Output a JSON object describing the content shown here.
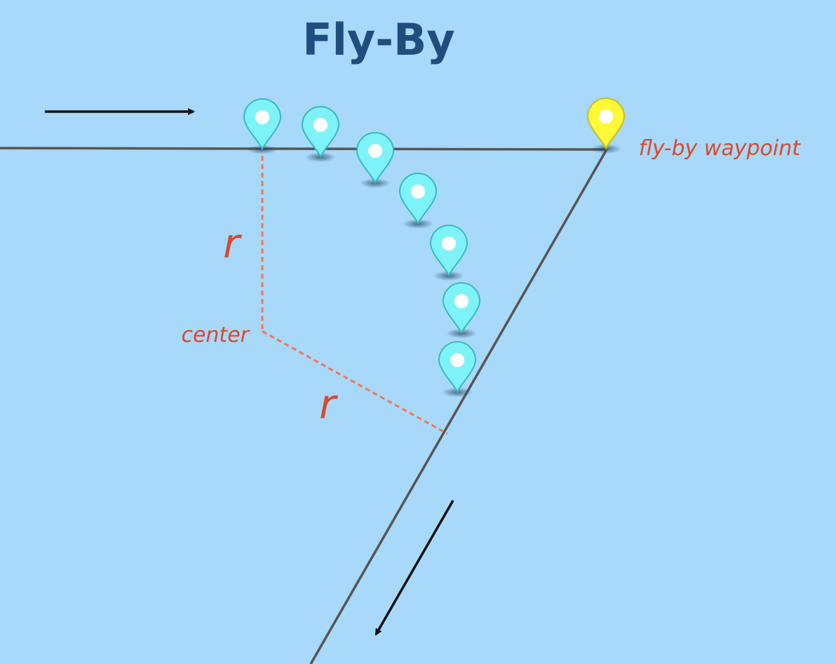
{
  "title": "Fly-By",
  "labels": {
    "waypoint": "fly-by waypoint",
    "center": "center",
    "radius_1": "r",
    "radius_2": "r"
  },
  "colors": {
    "background": "#a8d8fa",
    "title": "#1f4e7e",
    "label": "#d94a2c",
    "path_line": "#555555",
    "radius_line": "#f07850",
    "arrow": "#111111",
    "marker_fill": "#7df3f8",
    "marker_stroke": "#3bb8c2",
    "waypoint_fill": "#fefa3a",
    "waypoint_stroke": "#c9bf1a"
  },
  "icons": {
    "path_marker": "map-pin-icon",
    "waypoint_marker": "map-pin-icon",
    "direction": "arrow-icon"
  }
}
